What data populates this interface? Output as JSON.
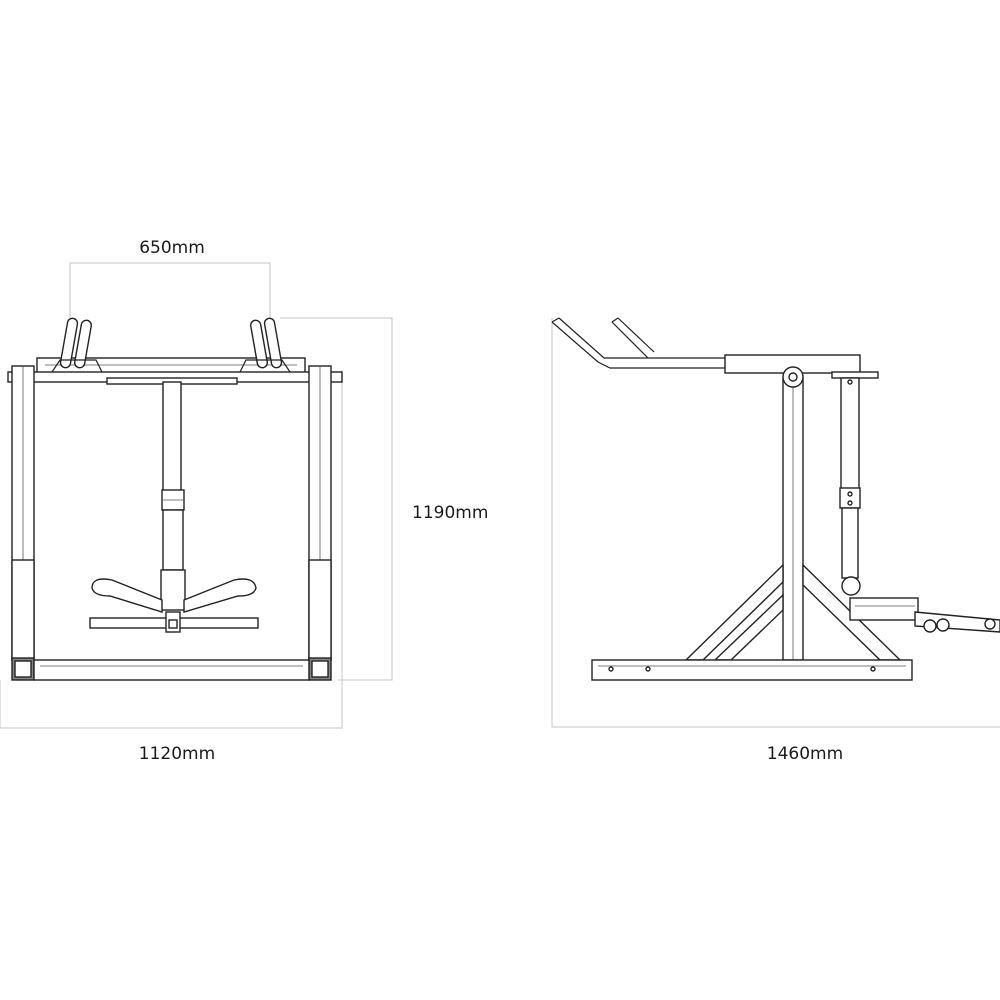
{
  "dimensions": {
    "top_width": "650mm",
    "height": "1190mm",
    "front_width": "1120mm",
    "side_length": "1460mm"
  },
  "colors": {
    "line": "#222222",
    "dimension_line": "#c4c4c4",
    "background": "#ffffff"
  }
}
